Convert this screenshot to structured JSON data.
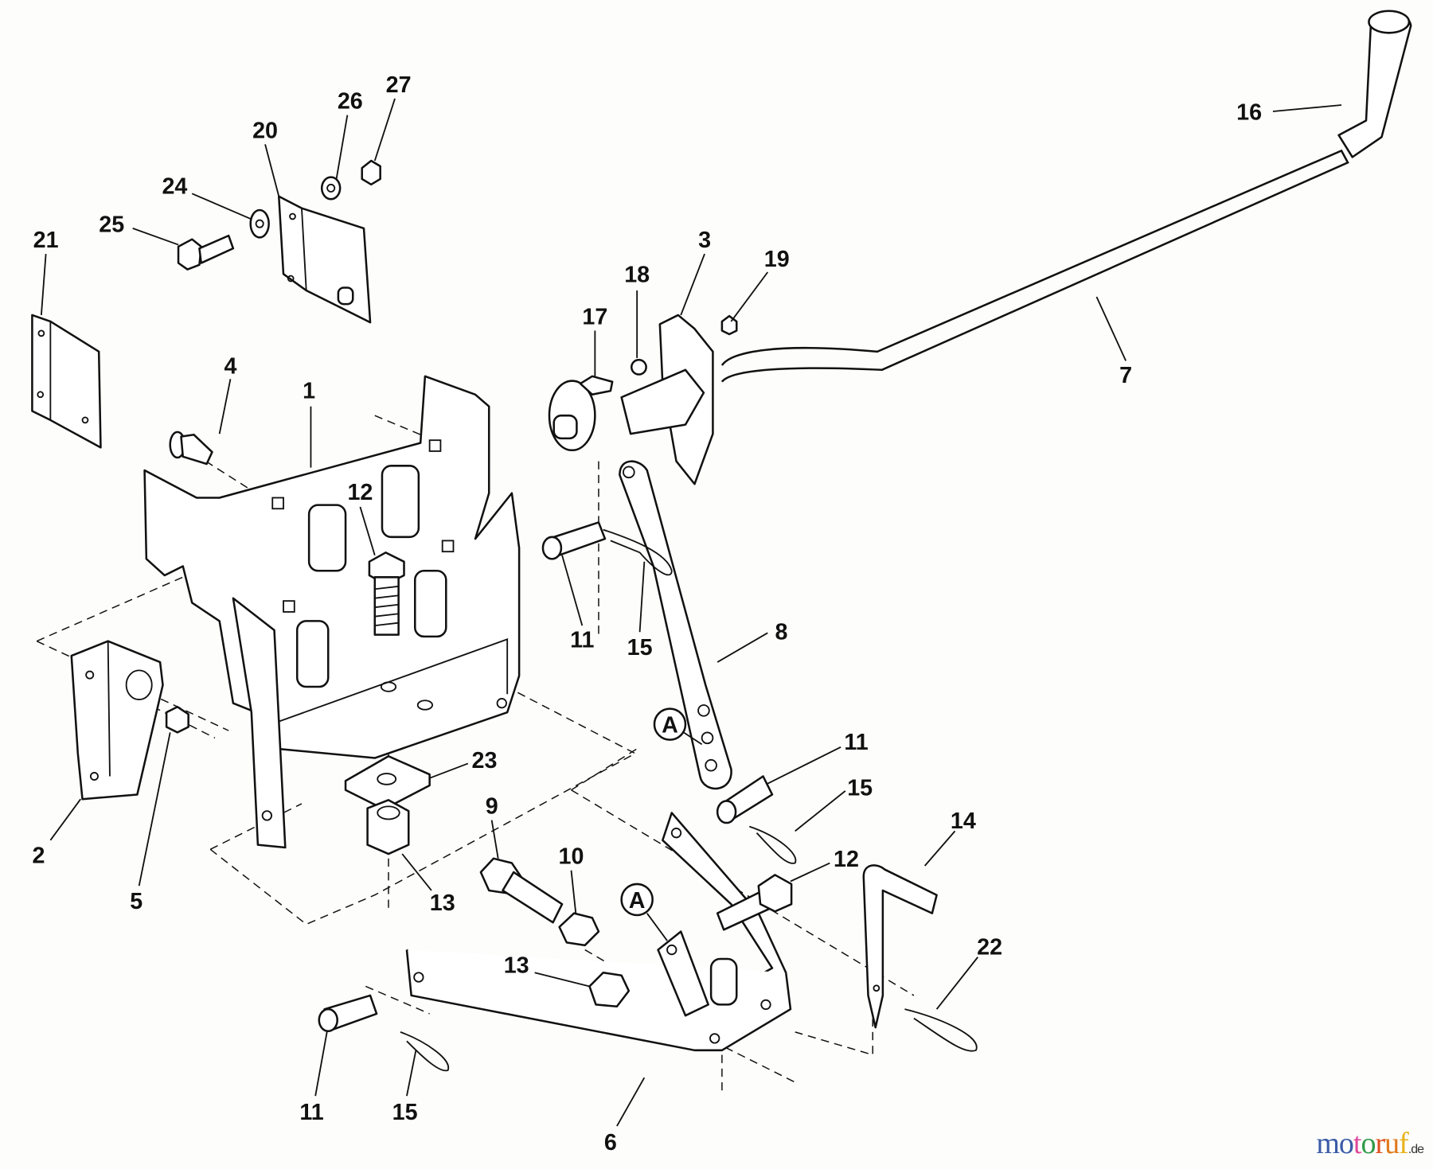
{
  "labels": {
    "l1": "1",
    "l2": "2",
    "l3": "3",
    "l4": "4",
    "l5": "5",
    "l6": "6",
    "l7": "7",
    "l8": "8",
    "l9": "9",
    "l10": "10",
    "l11a": "11",
    "l11b": "11",
    "l11c": "11",
    "l12a": "12",
    "l12b": "12",
    "l13a": "13",
    "l13b": "13",
    "l14": "14",
    "l15a": "15",
    "l15b": "15",
    "l15c": "15",
    "l16": "16",
    "l17": "17",
    "l18": "18",
    "l19": "19",
    "l20": "20",
    "l21": "21",
    "l22": "22",
    "l23": "23",
    "l24": "24",
    "l25": "25",
    "l26": "26",
    "l27": "27",
    "refA1": "A",
    "refA2": "A"
  },
  "watermark": {
    "letters": [
      "m",
      "o",
      "t",
      "o",
      "r",
      "u",
      "f"
    ],
    "suffix": ".de",
    "colors": [
      "#3b5ba8",
      "#3b5ba8",
      "#e0489a",
      "#2f9a48",
      "#e05020",
      "#e07a1a",
      "#e8b21a"
    ]
  }
}
